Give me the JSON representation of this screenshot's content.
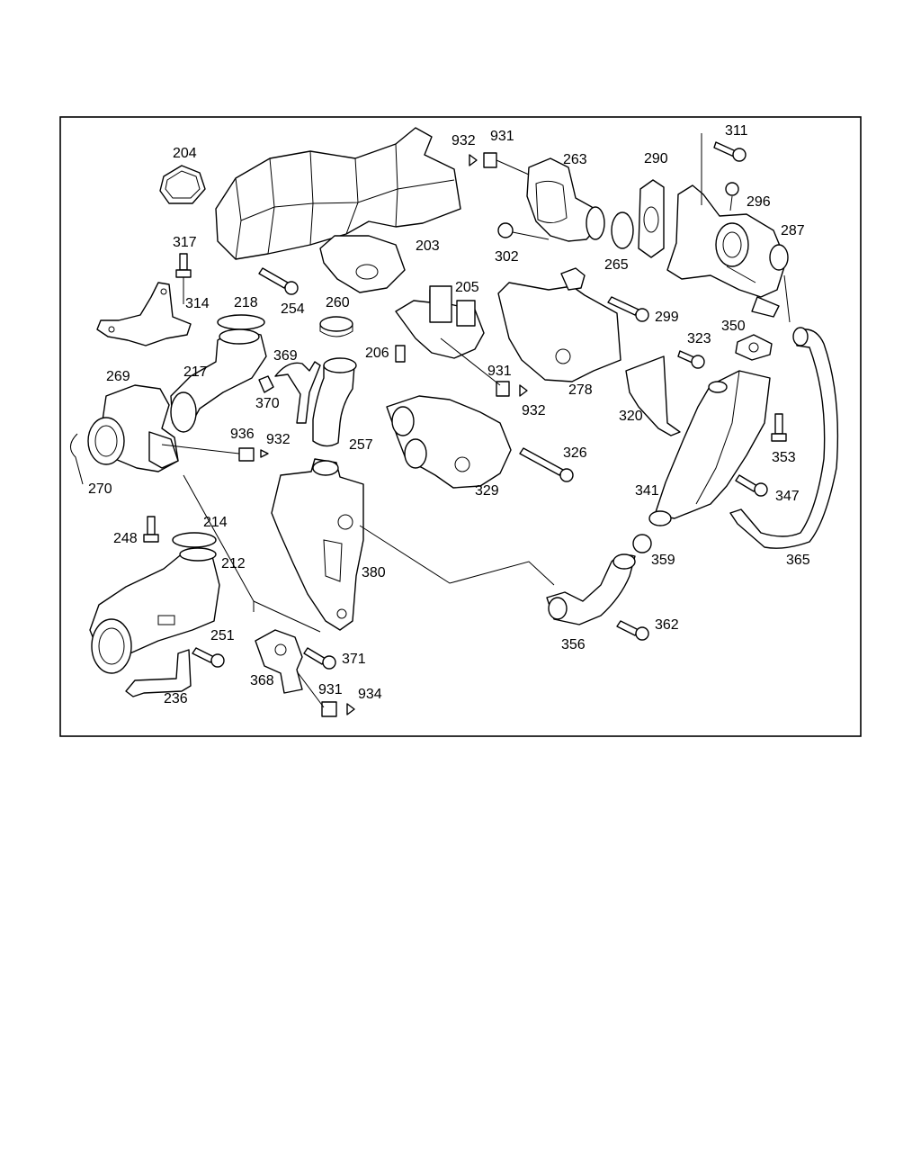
{
  "diagram": {
    "callouts": {
      "c204": "204",
      "c203": "203",
      "c317": "317",
      "c314": "314",
      "c218": "218",
      "c254": "254",
      "c260": "260",
      "c205": "205",
      "c206": "206",
      "c369": "369",
      "c217": "217",
      "c370": "370",
      "c269": "269",
      "c257": "257",
      "c936a": "936",
      "c932a": "932",
      "c270": "270",
      "c932b": "932",
      "c931a": "931",
      "c263": "263",
      "c290": "290",
      "c302": "302",
      "c265": "265",
      "c311": "311",
      "c296": "296",
      "c287": "287",
      "c299": "299",
      "c350": "350",
      "c323": "323",
      "c278": "278",
      "c931b": "931",
      "c932c": "932",
      "c320": "320",
      "c326": "326",
      "c329": "329",
      "c353": "353",
      "c341": "341",
      "c347": "347",
      "c248": "248",
      "c214": "214",
      "c212": "212",
      "c380": "380",
      "c359": "359",
      "c365": "365",
      "c251": "251",
      "c371": "371",
      "c356": "356",
      "c362": "362",
      "c368": "368",
      "c236": "236",
      "c931c": "931",
      "c934": "934"
    }
  }
}
